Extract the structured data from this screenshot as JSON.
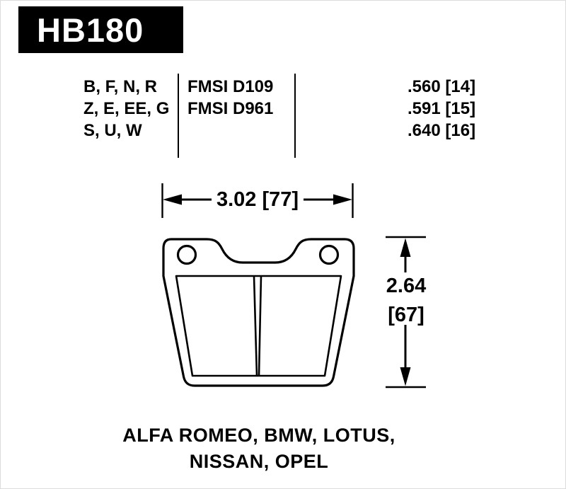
{
  "part": {
    "code": "HB180"
  },
  "spec_table": {
    "rows": [
      {
        "compounds": "B, F, N, R",
        "fmsi": "FMSI D109",
        "pad_thickness": ".560 [14]"
      },
      {
        "compounds": "Z, E, EE, G",
        "fmsi": "FMSI D961",
        "pad_thickness": ".591 [15]"
      },
      {
        "compounds": "S, U, W",
        "fmsi": "",
        "pad_thickness": ".640 [16]"
      }
    ]
  },
  "dimensions": {
    "width_label": "3.02 [77]",
    "height_label_inches": "2.64",
    "height_label_mm": "[67]"
  },
  "applications": {
    "line1": "ALFA ROMEO, BMW, LOTUS,",
    "line2": "NISSAN, OPEL"
  },
  "colors": {
    "ink": "#000000",
    "background": "#ffffff",
    "badge_bg": "#000000",
    "badge_text": "#ffffff",
    "page_border": "#dcdcdc"
  }
}
